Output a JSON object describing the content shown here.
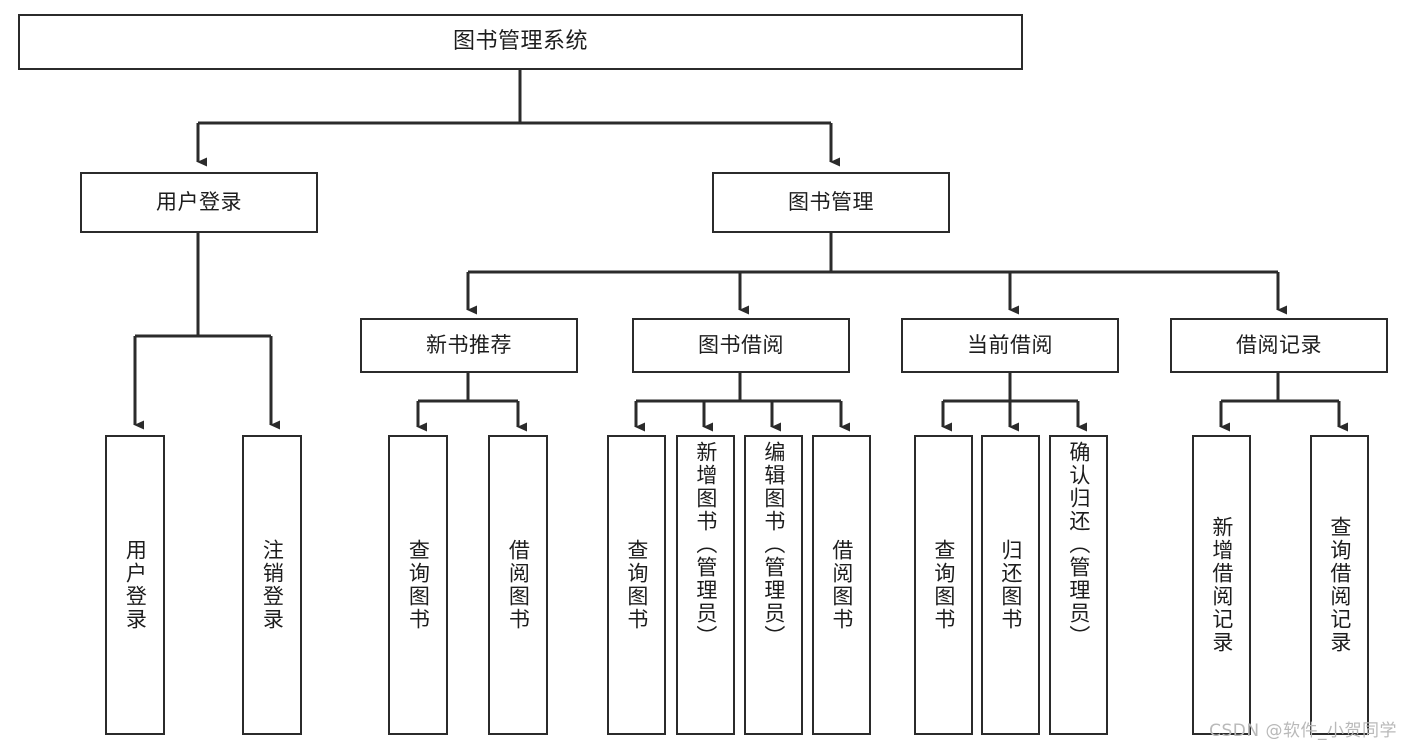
{
  "diagram": {
    "type": "tree-hierarchy",
    "title": "图书管理系统",
    "orientation": "top-down",
    "colors": {
      "box_border": "#2b2b2b",
      "box_fill": "#ffffff",
      "edge": "#2b2b2b",
      "text": "#1d1d1d",
      "watermark": "#b9b9b9",
      "background": "#ffffff"
    },
    "root": {
      "id": "root",
      "label": "图书管理系统"
    },
    "tier2": [
      {
        "id": "user-login",
        "label": "用户登录"
      },
      {
        "id": "book-management",
        "label": "图书管理"
      }
    ],
    "tier3": [
      {
        "id": "new-book-recommend",
        "label": "新书推荐",
        "parent": "book-management"
      },
      {
        "id": "book-borrow",
        "label": "图书借阅",
        "parent": "book-management"
      },
      {
        "id": "current-borrow",
        "label": "当前借阅",
        "parent": "book-management"
      },
      {
        "id": "borrow-record",
        "label": "借阅记录",
        "parent": "book-management"
      }
    ],
    "leaves": [
      {
        "id": "leaf-user-login",
        "label": "用户登录",
        "parent": "user-login"
      },
      {
        "id": "leaf-logout",
        "label": "注销登录",
        "parent": "user-login"
      },
      {
        "id": "leaf-query-book-1",
        "label": "查询图书",
        "parent": "new-book-recommend"
      },
      {
        "id": "leaf-borrow-book-1",
        "label": "借阅图书",
        "parent": "new-book-recommend"
      },
      {
        "id": "leaf-query-book-2",
        "label": "查询图书",
        "parent": "book-borrow"
      },
      {
        "id": "leaf-add-book",
        "label": "新增图书（管理员）",
        "parent": "book-borrow"
      },
      {
        "id": "leaf-edit-book",
        "label": "编辑图书（管理员）",
        "parent": "book-borrow"
      },
      {
        "id": "leaf-borrow-book-2",
        "label": "借阅图书",
        "parent": "book-borrow"
      },
      {
        "id": "leaf-query-book-3",
        "label": "查询图书",
        "parent": "current-borrow"
      },
      {
        "id": "leaf-return-book",
        "label": "归还图书",
        "parent": "current-borrow"
      },
      {
        "id": "leaf-confirm-return",
        "label": "确认归还（管理员）",
        "parent": "current-borrow"
      },
      {
        "id": "leaf-add-record",
        "label": "新增借阅记录",
        "parent": "borrow-record"
      },
      {
        "id": "leaf-query-record",
        "label": "查询借阅记录",
        "parent": "borrow-record"
      }
    ]
  },
  "watermark": {
    "text": "CSDN @软件_小贺同学"
  }
}
